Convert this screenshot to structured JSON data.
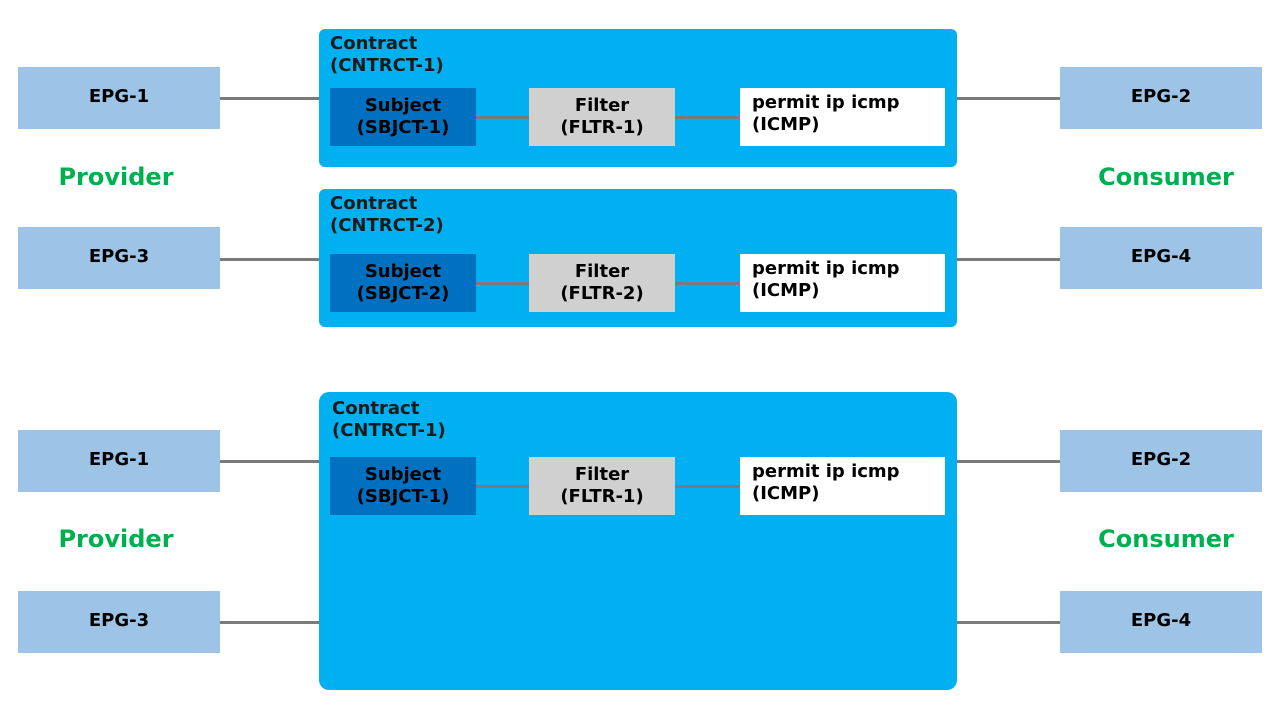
{
  "diagram_top": {
    "provider_label": "Provider",
    "consumer_label": "Consumer",
    "contract_1": {
      "title_line1": "Contract",
      "title_line2": "(CNTRCT-1)",
      "subject_line1": "Subject",
      "subject_line2": "(SBJCT-1)",
      "filter_line1": "Filter",
      "filter_line2": "(FLTR-1)",
      "rule_line1": "permit ip icmp",
      "rule_line2": "(ICMP)",
      "provider_epg": "EPG-1",
      "consumer_epg": "EPG-2"
    },
    "contract_2": {
      "title_line1": "Contract",
      "title_line2": "(CNTRCT-2)",
      "subject_line1": "Subject",
      "subject_line2": "(SBJCT-2)",
      "filter_line1": "Filter",
      "filter_line2": "(FLTR-2)",
      "rule_line1": "permit ip icmp",
      "rule_line2": "(ICMP)",
      "provider_epg": "EPG-3",
      "consumer_epg": "EPG-4"
    }
  },
  "diagram_bottom": {
    "provider_label": "Provider",
    "consumer_label": "Consumer",
    "contract": {
      "title_line1": "Contract",
      "title_line2": "(CNTRCT-1)",
      "subject_line1": "Subject",
      "subject_line2": "(SBJCT-1)",
      "filter_line1": "Filter",
      "filter_line2": "(FLTR-1)",
      "rule_line1": "permit ip icmp",
      "rule_line2": "(ICMP)"
    },
    "provider_epgs": [
      "EPG-1",
      "EPG-3"
    ],
    "consumer_epgs": [
      "EPG-2",
      "EPG-4"
    ]
  }
}
